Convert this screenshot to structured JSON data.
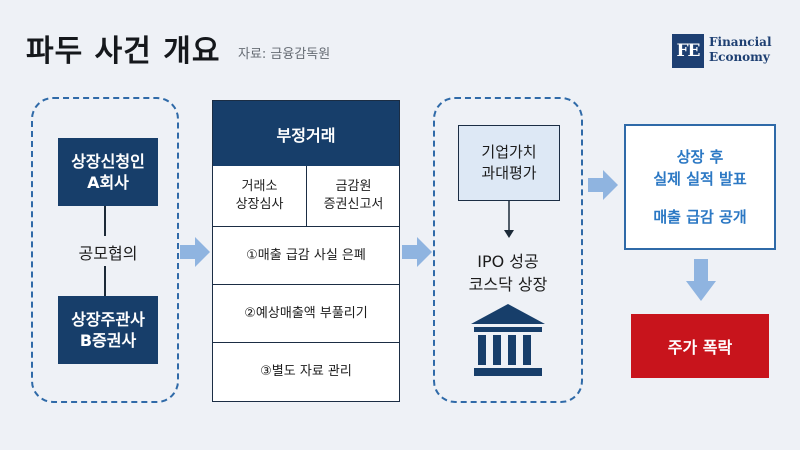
{
  "header": {
    "title": "파두 사건 개요",
    "source": "자료: 금융감독원"
  },
  "logo": {
    "mark": "FE",
    "line1": "Financial",
    "line2": "Economy"
  },
  "left_group": {
    "company": [
      "상장신청인",
      "A회사"
    ],
    "consult": "공모협의",
    "underwriter": [
      "상장주관사",
      "B증권사"
    ]
  },
  "fraud": {
    "header": "부정거래",
    "col1": [
      "거래소",
      "상장심사"
    ],
    "col2": [
      "금감원",
      "증권신고서"
    ],
    "items": [
      "①매출 급감 사실 은폐",
      "②예상매출액 부풀리기",
      "③별도 자료 관리"
    ]
  },
  "middle_group": {
    "valuation": [
      "기업가치",
      "과대평가"
    ],
    "listing": [
      "IPO 성공",
      "코스닥 상장"
    ],
    "icon": "bank-building-icon"
  },
  "result": {
    "line1": "상장 후",
    "line2": "실제 실적 발표",
    "line3": "매출 급감 공개"
  },
  "crash": "주가 폭락",
  "colors": {
    "navy": "#173e6a",
    "accent_blue": "#2f6aa8",
    "arrow": "#8fb4e0",
    "red": "#c8141c",
    "light_box": "#dde8f5"
  }
}
